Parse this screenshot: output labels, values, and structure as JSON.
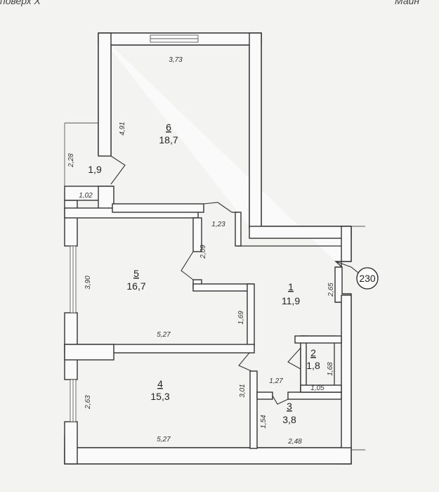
{
  "header": {
    "left": "поверх X",
    "right": "Майн"
  },
  "rooms": [
    {
      "number": "6",
      "area": "18,7"
    },
    {
      "number": "",
      "area": "1,9"
    },
    {
      "number": "5",
      "area": "16,7"
    },
    {
      "number": "1",
      "area": "11,9"
    },
    {
      "number": "2",
      "area": "1,8"
    },
    {
      "number": "4",
      "area": "15,3"
    },
    {
      "number": "3",
      "area": "3,8"
    }
  ],
  "dimensions": [
    "3,73",
    "4,91",
    "2,28",
    "1,02",
    "1,23",
    "2,09",
    "3,90",
    "1,69",
    "5,27",
    "2,65",
    "1,68",
    "1,05",
    "1,27",
    "3,01",
    "2,63",
    "1,54",
    "5,27",
    "2,48"
  ],
  "marker": {
    "label": "230"
  }
}
